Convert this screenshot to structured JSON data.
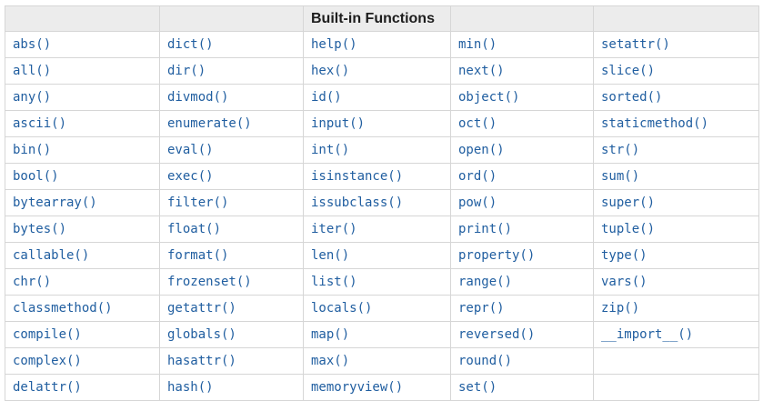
{
  "table": {
    "title": "Built-in Functions",
    "colors": {
      "link": "#205ea0",
      "header_bg": "#ececec",
      "border": "#d6d6d6",
      "title_text": "#1d1d1d",
      "cell_bg": "#ffffff"
    },
    "column_count": 5,
    "rows": [
      [
        "abs()",
        "dict()",
        "help()",
        "min()",
        "setattr()"
      ],
      [
        "all()",
        "dir()",
        "hex()",
        "next()",
        "slice()"
      ],
      [
        "any()",
        "divmod()",
        "id()",
        "object()",
        "sorted()"
      ],
      [
        "ascii()",
        "enumerate()",
        "input()",
        "oct()",
        "staticmethod()"
      ],
      [
        "bin()",
        "eval()",
        "int()",
        "open()",
        "str()"
      ],
      [
        "bool()",
        "exec()",
        "isinstance()",
        "ord()",
        "sum()"
      ],
      [
        "bytearray()",
        "filter()",
        "issubclass()",
        "pow()",
        "super()"
      ],
      [
        "bytes()",
        "float()",
        "iter()",
        "print()",
        "tuple()"
      ],
      [
        "callable()",
        "format()",
        "len()",
        "property()",
        "type()"
      ],
      [
        "chr()",
        "frozenset()",
        "list()",
        "range()",
        "vars()"
      ],
      [
        "classmethod()",
        "getattr()",
        "locals()",
        "repr()",
        "zip()"
      ],
      [
        "compile()",
        "globals()",
        "map()",
        "reversed()",
        "__import__()"
      ],
      [
        "complex()",
        "hasattr()",
        "max()",
        "round()",
        ""
      ],
      [
        "delattr()",
        "hash()",
        "memoryview()",
        "set()",
        ""
      ]
    ]
  }
}
